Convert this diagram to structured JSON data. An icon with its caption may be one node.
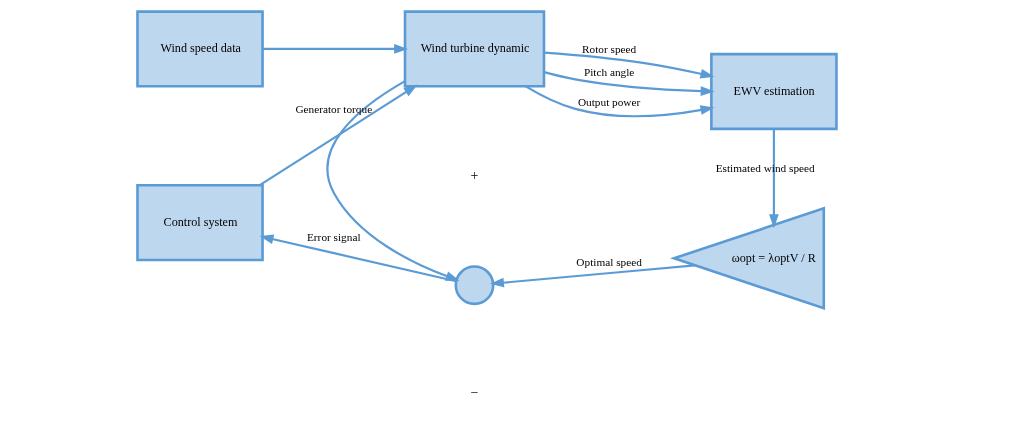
{
  "diagram": {
    "nodes": [
      {
        "text": [
          "Wind speed data"
        ]
      },
      {
        "text": [
          "Wind turbine dynamic"
        ]
      },
      {
        "text": [
          "EWV estimation"
        ]
      },
      {
        "text": [
          "Control system"
        ]
      },
      {
        "text": [],
        "shape": "circle"
      },
      {
        "text": [
          "ωopt = λoptV / R"
        ]
      }
    ],
    "edges": [
      {
        "from": 0,
        "to": 1,
        "arrow": "to"
      },
      {
        "from": 1,
        "to": 2,
        "arrow": "to",
        "label": "Rotor speed"
      },
      {
        "from": 1,
        "to": 2,
        "arrow": "to",
        "label": "Pitch angle"
      },
      {
        "from": 1,
        "to": 2,
        "arrow": "to",
        "label": "Output power"
      },
      {
        "from": 1,
        "to": 4,
        "arrow": "to"
      },
      {
        "from": 2,
        "to": 5,
        "arrow": "to",
        "label": "Estimated wind speed"
      },
      {
        "from": 5,
        "to": 4,
        "arrow": "to",
        "label": "Optimal speed"
      },
      {
        "from": 4,
        "to": 3,
        "arrow": "to",
        "label": "Error signal"
      },
      {
        "from": 3,
        "to": 1,
        "arrow": "to",
        "label": "Generator torque"
      }
    ],
    "labels": [
      "+",
      "−"
    ]
  }
}
